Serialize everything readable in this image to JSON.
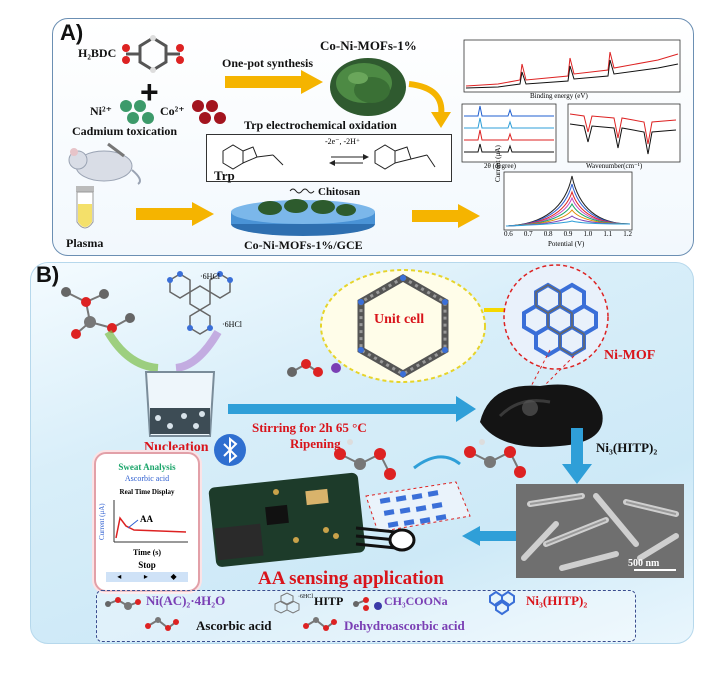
{
  "panel_a": {
    "tag": "A)",
    "h2bdc": "H₂BDC",
    "ni_ion": "Ni²⁺",
    "co_ion": "Co²⁺",
    "cadmium": "Cadmium toxication",
    "one_pot": "One-pot synthesis",
    "product": "Co-Ni-MOFs-1%",
    "trp_oxidation": "Trp electrochemical oxidation",
    "trp": "Trp",
    "reaction": "-2e⁻, -2H⁺",
    "chitosan": "Chitosan",
    "plasma": "Plasma",
    "electrode": "Co-Ni-MOFs-1%/GCE",
    "xps_xlabel": "Binding energy (eV)",
    "xrd_xlabel": "2θ (degree)",
    "ftir_xlabel": "Wavenumber(cm⁻¹)",
    "dpv_ylabel": "Current (µA)",
    "dpv_xlabel": "Potential (V)",
    "dpv_ticks": [
      "0.6",
      "0.7",
      "0.8",
      "0.9",
      "1.0",
      "1.1",
      "1.2"
    ]
  },
  "panel_b": {
    "tag": "B)",
    "unit_cell": "Unit cell",
    "ni_mof": "Ni-MOF",
    "stirring": "Stirring for 2h 65 °C",
    "ripening": "Ripening",
    "nucleation": "Nucleation",
    "ni3hitp2_arrow": "Ni₃(HITP)₂",
    "hcl_label": "·6HCl",
    "phone_title": "Sweat Analysis",
    "phone_subtitle": "Ascorbic acid",
    "phone_display": "Real Time Display",
    "phone_ylabel": "Current (μA)",
    "phone_aa": "AA",
    "phone_xlabel": "Time (s)",
    "phone_stop": "Stop",
    "sem_scale": "500 nm",
    "application": "AA sensing application",
    "legend": {
      "ni_ac": "Ni(AC)₂·4H₂O",
      "hitp": "HITP",
      "ch3coona": "CH₃COONa",
      "ni3hitp2": "Ni₃(HITP)₂",
      "ascorbic": "Ascorbic acid",
      "dehydro": "Dehydroascorbic acid",
      "hcl": "·6HCl"
    }
  },
  "colors": {
    "arrow_yellow": "#f5b400",
    "arrow_blue": "#2f9fd8",
    "red_text": "#d9141b",
    "purple_text": "#7a3fb4",
    "panel_b_bg": "#cde9f7"
  }
}
